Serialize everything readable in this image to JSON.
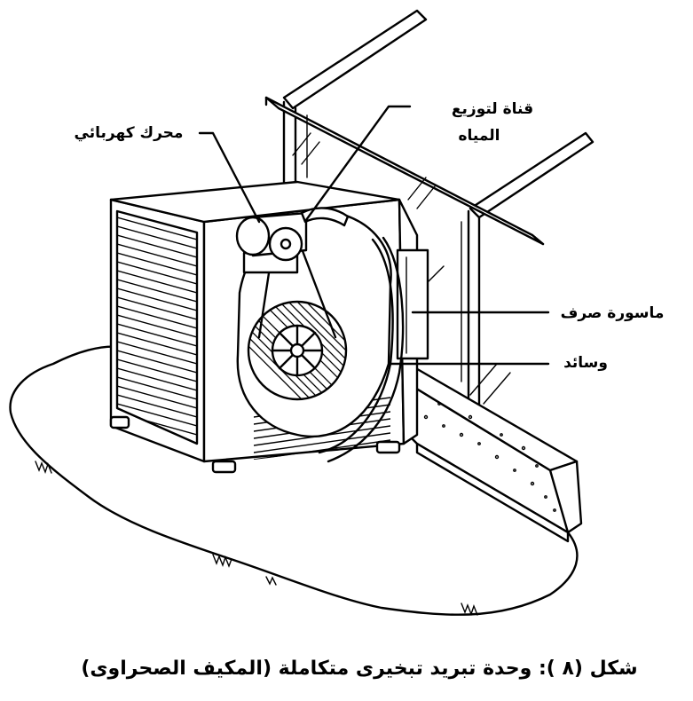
{
  "labels": {
    "water_channel_line1": "قناة لتوزيع",
    "water_channel_line2": "المياه",
    "electric_motor": "محرك كهربائي",
    "drain_pipe": "ماسورة صرف",
    "pads": "وسائد"
  },
  "caption": "شكل (٨   ): وحدة تبريد تبخيرى متكاملة (المكيف الصحراوى)"
}
